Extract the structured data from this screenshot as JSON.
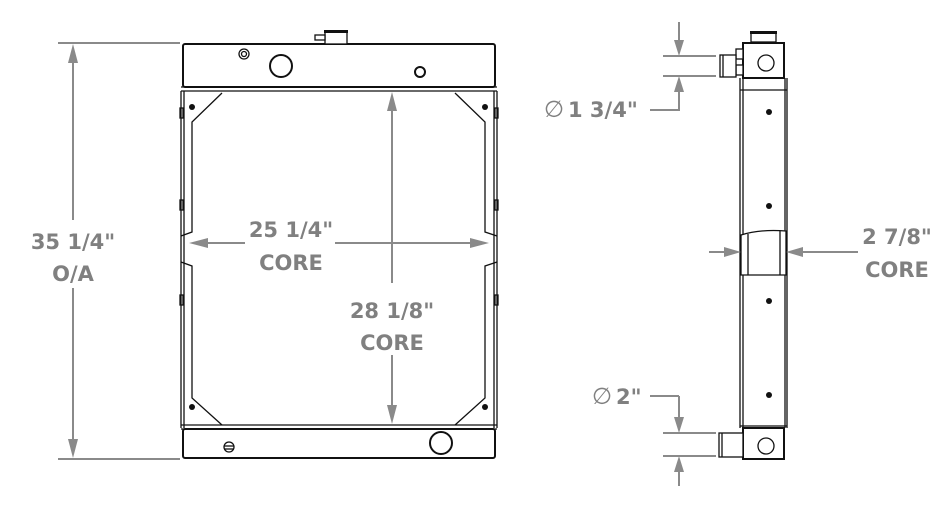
{
  "drawing": {
    "title": "Radiator dimensional drawing",
    "colors": {
      "outline": "#111111",
      "dimension": "#808080",
      "background": "#ffffff"
    }
  },
  "front_view": {
    "overall_height": {
      "value": "35 1/4\"",
      "qualifier": "O/A"
    },
    "core_width": {
      "value": "25 1/4\"",
      "qualifier": "CORE"
    },
    "core_height": {
      "value": "28 1/8\"",
      "qualifier": "CORE"
    }
  },
  "side_view": {
    "inlet_diameter": {
      "symbol": "∅",
      "value": "1 3/4\""
    },
    "outlet_diameter": {
      "symbol": "∅",
      "value": "2\""
    },
    "core_depth": {
      "value": "2 7/8\"",
      "qualifier": "CORE"
    }
  }
}
